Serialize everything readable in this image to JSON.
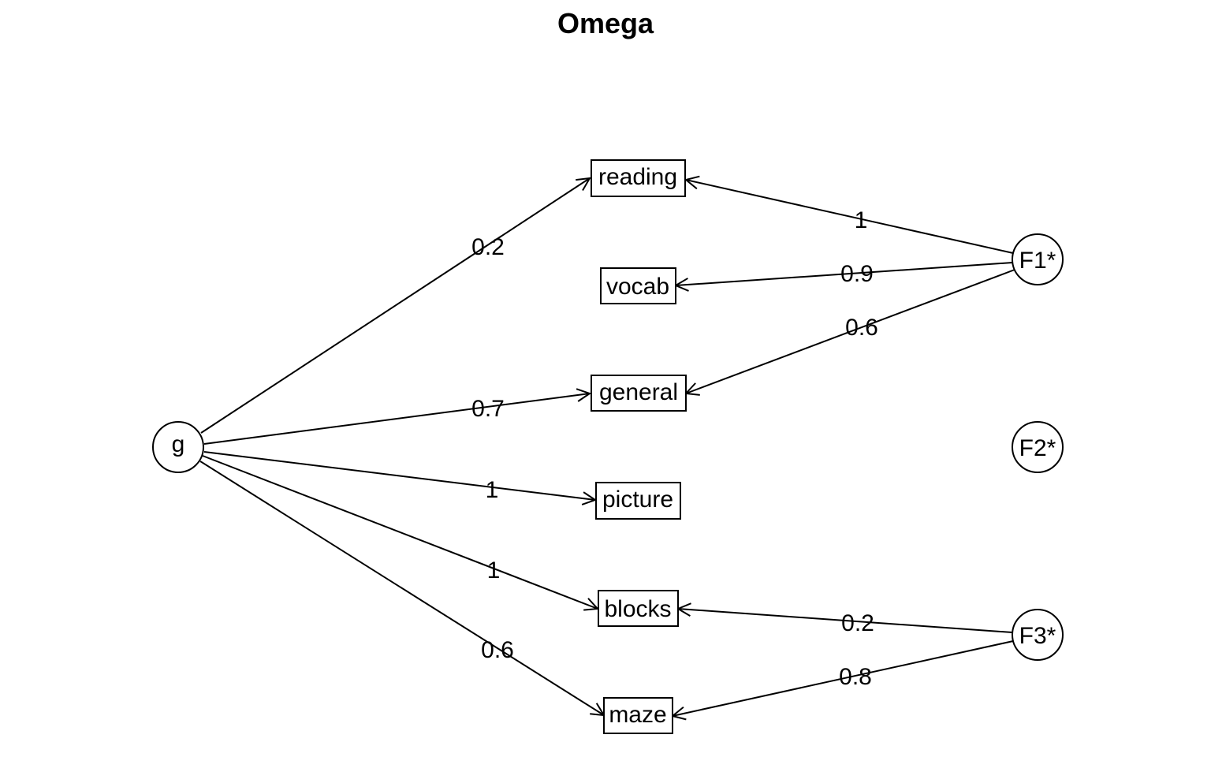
{
  "title": "Omega",
  "nodes": {
    "g": "g",
    "reading": "reading",
    "vocab": "vocab",
    "general": "general",
    "picture": "picture",
    "blocks": "blocks",
    "maze": "maze",
    "F1": "F1*",
    "F2": "F2*",
    "F3": "F3*"
  },
  "edges": [
    {
      "from": "g",
      "to": "reading",
      "label": "0.2"
    },
    {
      "from": "g",
      "to": "general",
      "label": "0.7"
    },
    {
      "from": "g",
      "to": "picture",
      "label": "1"
    },
    {
      "from": "g",
      "to": "blocks",
      "label": "1"
    },
    {
      "from": "g",
      "to": "maze",
      "label": "0.6"
    },
    {
      "from": "F1",
      "to": "reading",
      "label": "1"
    },
    {
      "from": "F1",
      "to": "vocab",
      "label": "0.9"
    },
    {
      "from": "F1",
      "to": "general",
      "label": "0.6"
    },
    {
      "from": "F3",
      "to": "blocks",
      "label": "0.2"
    },
    {
      "from": "F3",
      "to": "maze",
      "label": "0.8"
    }
  ]
}
